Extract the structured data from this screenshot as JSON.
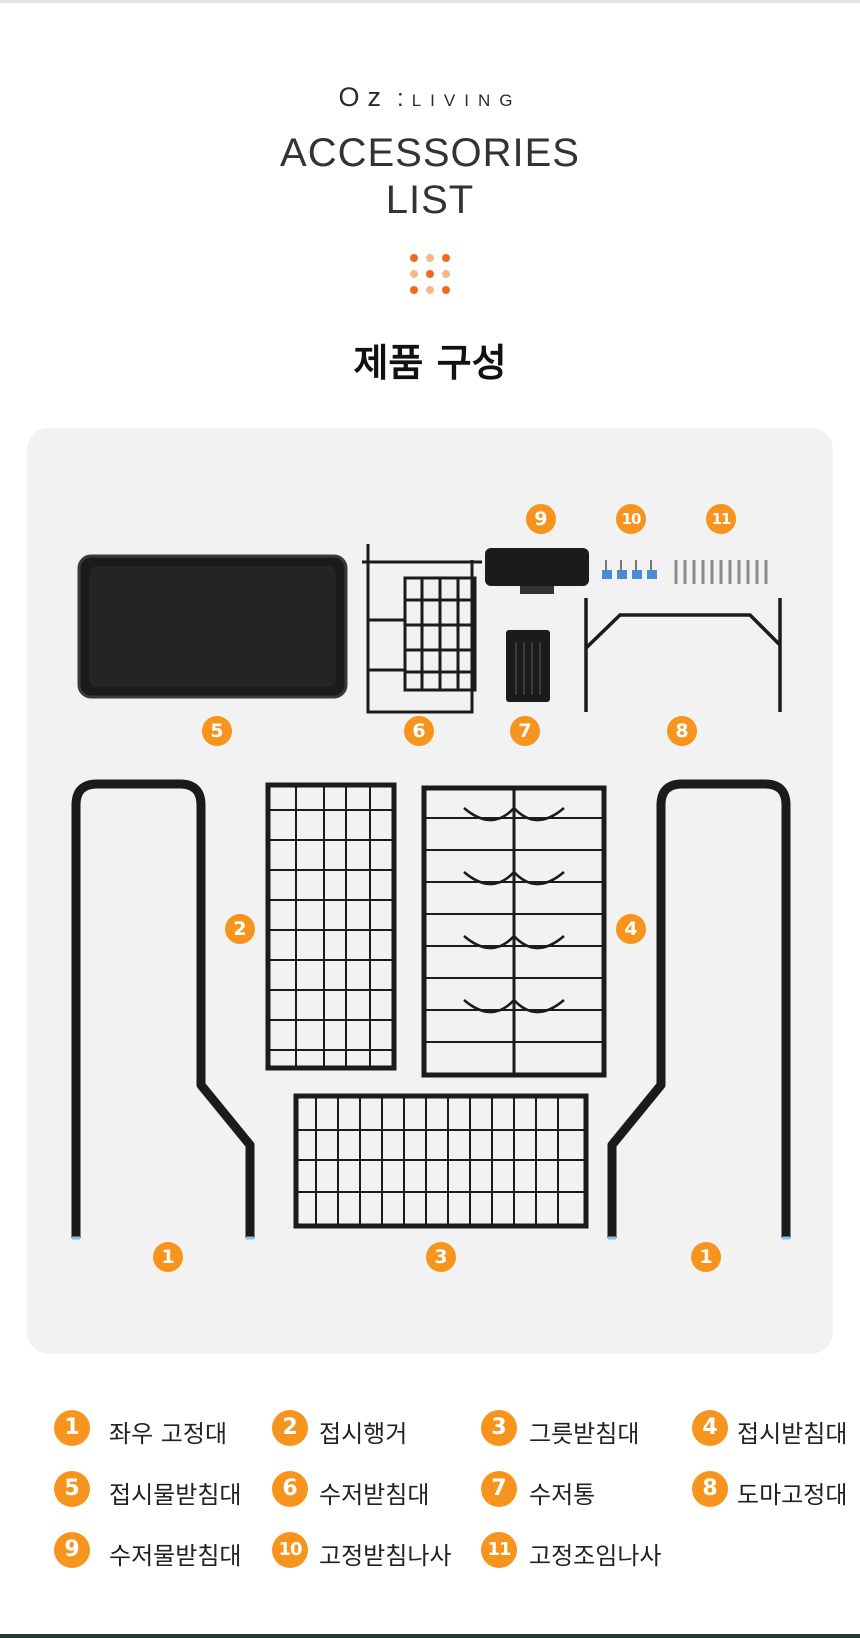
{
  "brand": {
    "oz": "Oz",
    "colon": ":",
    "living": "LIVING"
  },
  "title": {
    "line1": "ACCESSORIES",
    "line2": "LIST"
  },
  "subtitle": "제품 구성",
  "colors": {
    "accent": "#f7941d",
    "dot_light": "#f6b78a",
    "dot_dark": "#ef6a1a",
    "panel": "#f2f2f2",
    "footer": "#1f3b33"
  },
  "image_badges": [
    "5",
    "6",
    "7",
    "8",
    "9",
    "10",
    "11",
    "2",
    "4",
    "1",
    "3",
    "1"
  ],
  "legend": [
    {
      "num": "1",
      "label": "좌우 고정대"
    },
    {
      "num": "2",
      "label": "접시행거"
    },
    {
      "num": "3",
      "label": "그릇받침대"
    },
    {
      "num": "4",
      "label": "접시받침대"
    },
    {
      "num": "5",
      "label": "접시물받침대"
    },
    {
      "num": "6",
      "label": "수저받침대"
    },
    {
      "num": "7",
      "label": "수저통"
    },
    {
      "num": "8",
      "label": "도마고정대"
    },
    {
      "num": "9",
      "label": "수저물받침대"
    },
    {
      "num": "10",
      "label": "고정받침나사"
    },
    {
      "num": "11",
      "label": "고정조임나사"
    }
  ]
}
